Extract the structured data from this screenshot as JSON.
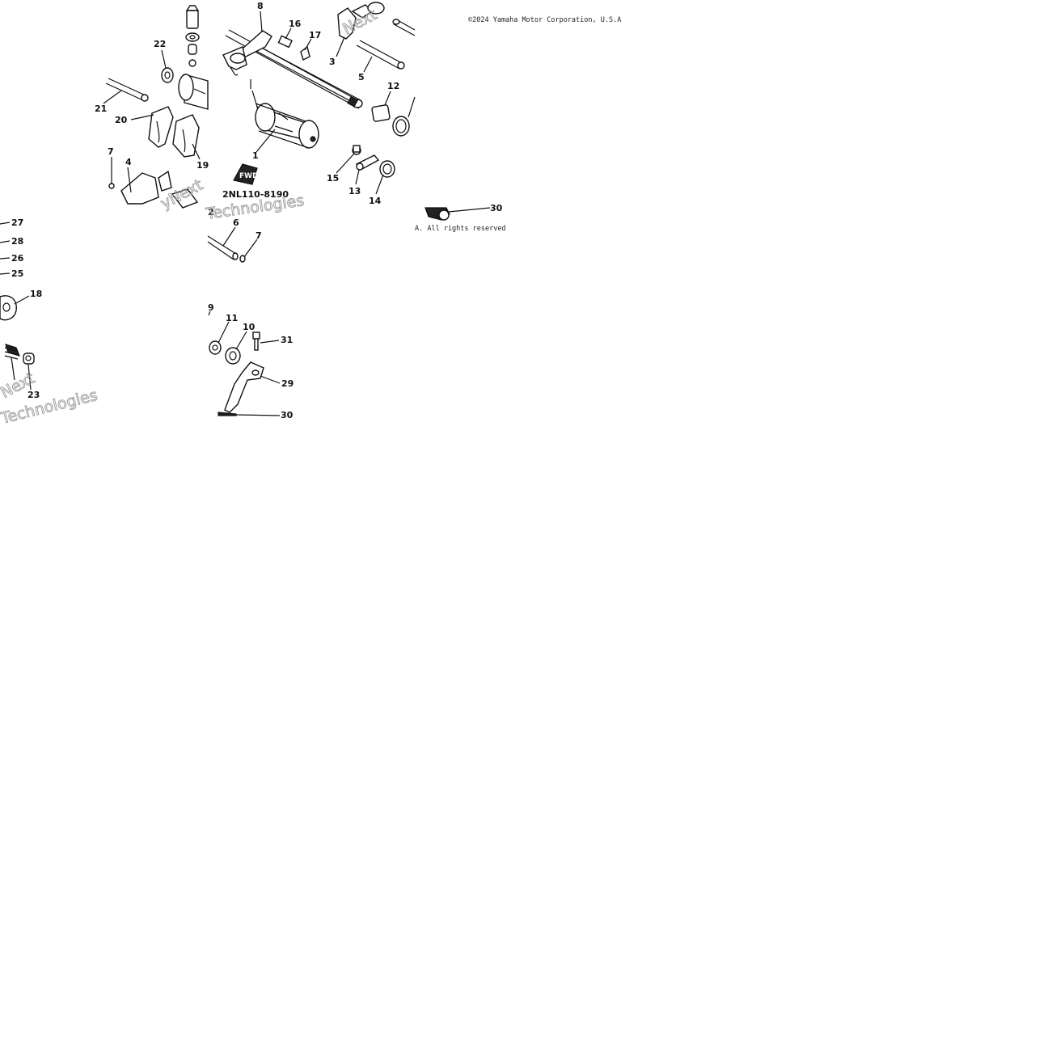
{
  "copyright_top": "©2024 Yamaha Motor Corporation, U.S.A",
  "copyright_bottom": "A. All rights reserved",
  "part_code": "2NL110-8190",
  "fwd_label": "FWD",
  "watermark": {
    "text1": "Next",
    "text2": "Technologies",
    "text3": "yNext",
    "text4": "Technologies"
  },
  "callouts": [
    {
      "id": "8",
      "label": "8"
    },
    {
      "id": "16",
      "label": "16"
    },
    {
      "id": "17",
      "label": "17"
    },
    {
      "id": "3",
      "label": "3"
    },
    {
      "id": "5",
      "label": "5"
    },
    {
      "id": "12",
      "label": "12"
    },
    {
      "id": "22",
      "label": "22"
    },
    {
      "id": "21",
      "label": "21"
    },
    {
      "id": "20",
      "label": "20"
    },
    {
      "id": "19",
      "label": "19"
    },
    {
      "id": "1",
      "label": "1"
    },
    {
      "id": "7a",
      "label": "7"
    },
    {
      "id": "4",
      "label": "4"
    },
    {
      "id": "15",
      "label": "15"
    },
    {
      "id": "13",
      "label": "13"
    },
    {
      "id": "14",
      "label": "14"
    },
    {
      "id": "6",
      "label": "6"
    },
    {
      "id": "7b",
      "label": "7"
    },
    {
      "id": "27",
      "label": "27"
    },
    {
      "id": "28",
      "label": "28"
    },
    {
      "id": "26",
      "label": "26"
    },
    {
      "id": "25",
      "label": "25"
    },
    {
      "id": "18",
      "label": "18"
    },
    {
      "id": "9",
      "label": "9"
    },
    {
      "id": "11",
      "label": "11"
    },
    {
      "id": "10",
      "label": "10"
    },
    {
      "id": "31",
      "label": "31"
    },
    {
      "id": "29",
      "label": "29"
    },
    {
      "id": "23",
      "label": "23"
    },
    {
      "id": "30a",
      "label": "30"
    },
    {
      "id": "30b",
      "label": "30"
    },
    {
      "id": "2",
      "label": "2"
    }
  ]
}
